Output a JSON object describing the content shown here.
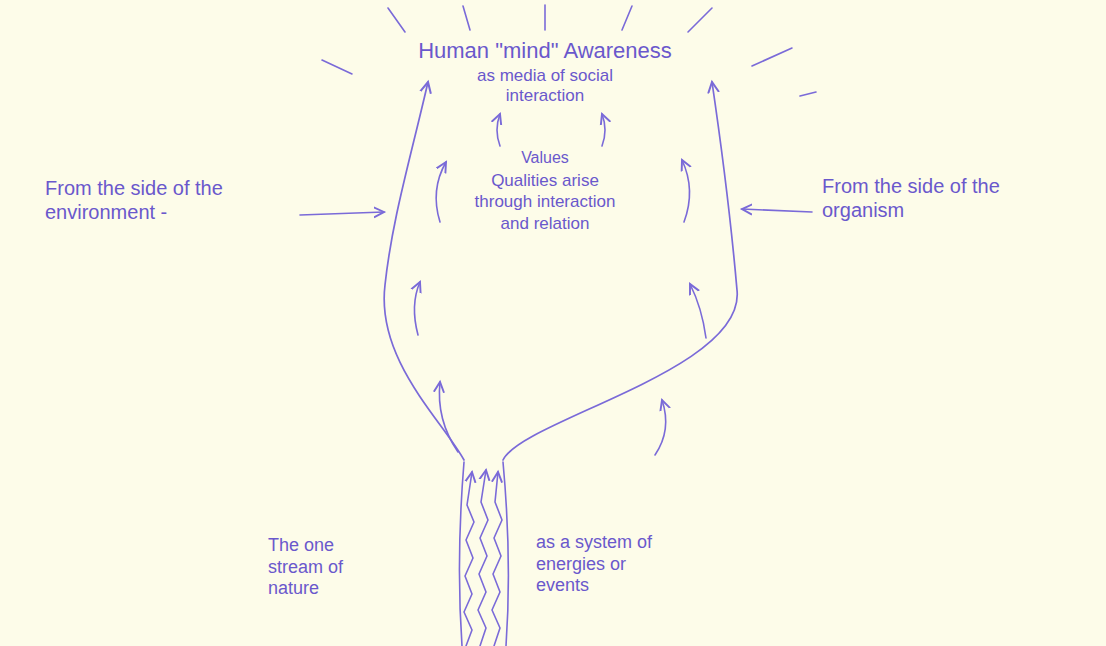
{
  "diagram": {
    "nodes": [
      {
        "text": [
          "Values",
          "Qualities arise through interaction and relation"
        ]
      }
    ],
    "labels": [
      "Human \"mind\" Awareness",
      "as media of social interaction",
      "From the side of the environment -",
      "From the side of the organism",
      "The one stream of nature",
      "as a system of energies or events"
    ]
  }
}
